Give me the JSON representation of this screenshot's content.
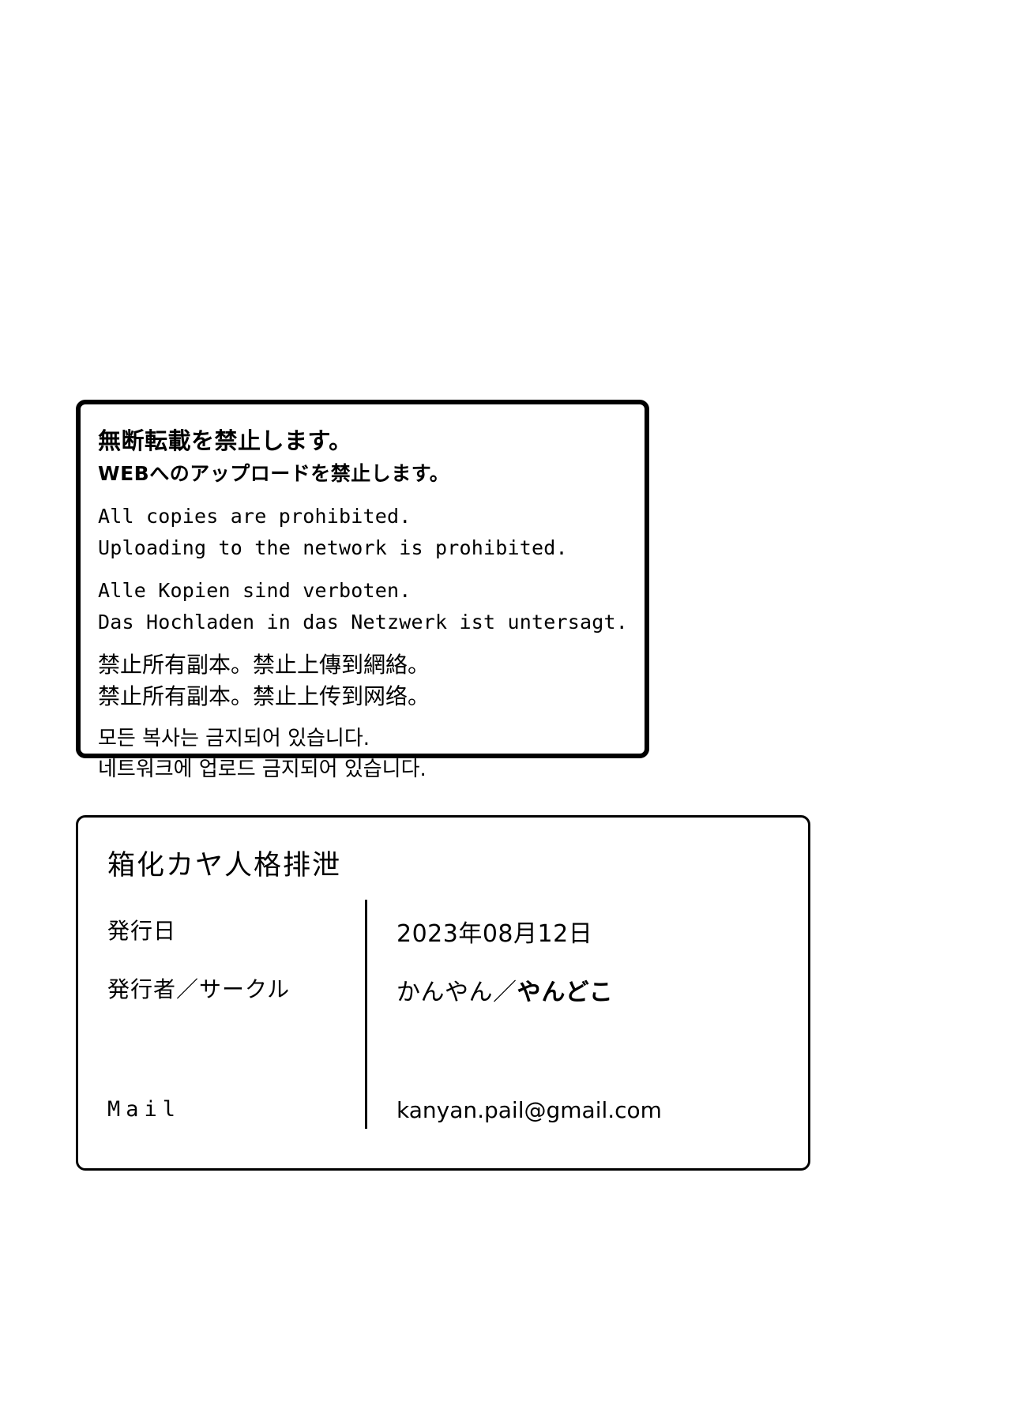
{
  "notice": {
    "japanese": [
      "無断転載を禁止します。",
      "WEBへのアップロードを禁止します。"
    ],
    "english": [
      "All copies are prohibited.",
      "Uploading to the network is prohibited."
    ],
    "german": [
      "Alle Kopien sind verboten.",
      "Das Hochladen in das Netzwerk ist untersagt."
    ],
    "chinese_traditional": "禁止所有副本。禁止上傳到網絡。",
    "chinese_simplified": "禁止所有副本。禁止上传到网络。",
    "korean": [
      "모든 복사는 금지되어 있습니다.",
      "네트워크에 업로드 금지되어 있습니다."
    ]
  },
  "colophon": {
    "title": "箱化カヤ人格排泄",
    "rows": [
      {
        "key": "発行日",
        "value": "2023年08月12日"
      },
      {
        "key": "発行者／サークル",
        "author": "かんやん／",
        "circle": "やんどこ"
      },
      {
        "key": "Mail",
        "value": "kanyan.pail@gmail.com"
      }
    ]
  },
  "colors": {
    "ink": "#000000",
    "paper": "#ffffff"
  }
}
